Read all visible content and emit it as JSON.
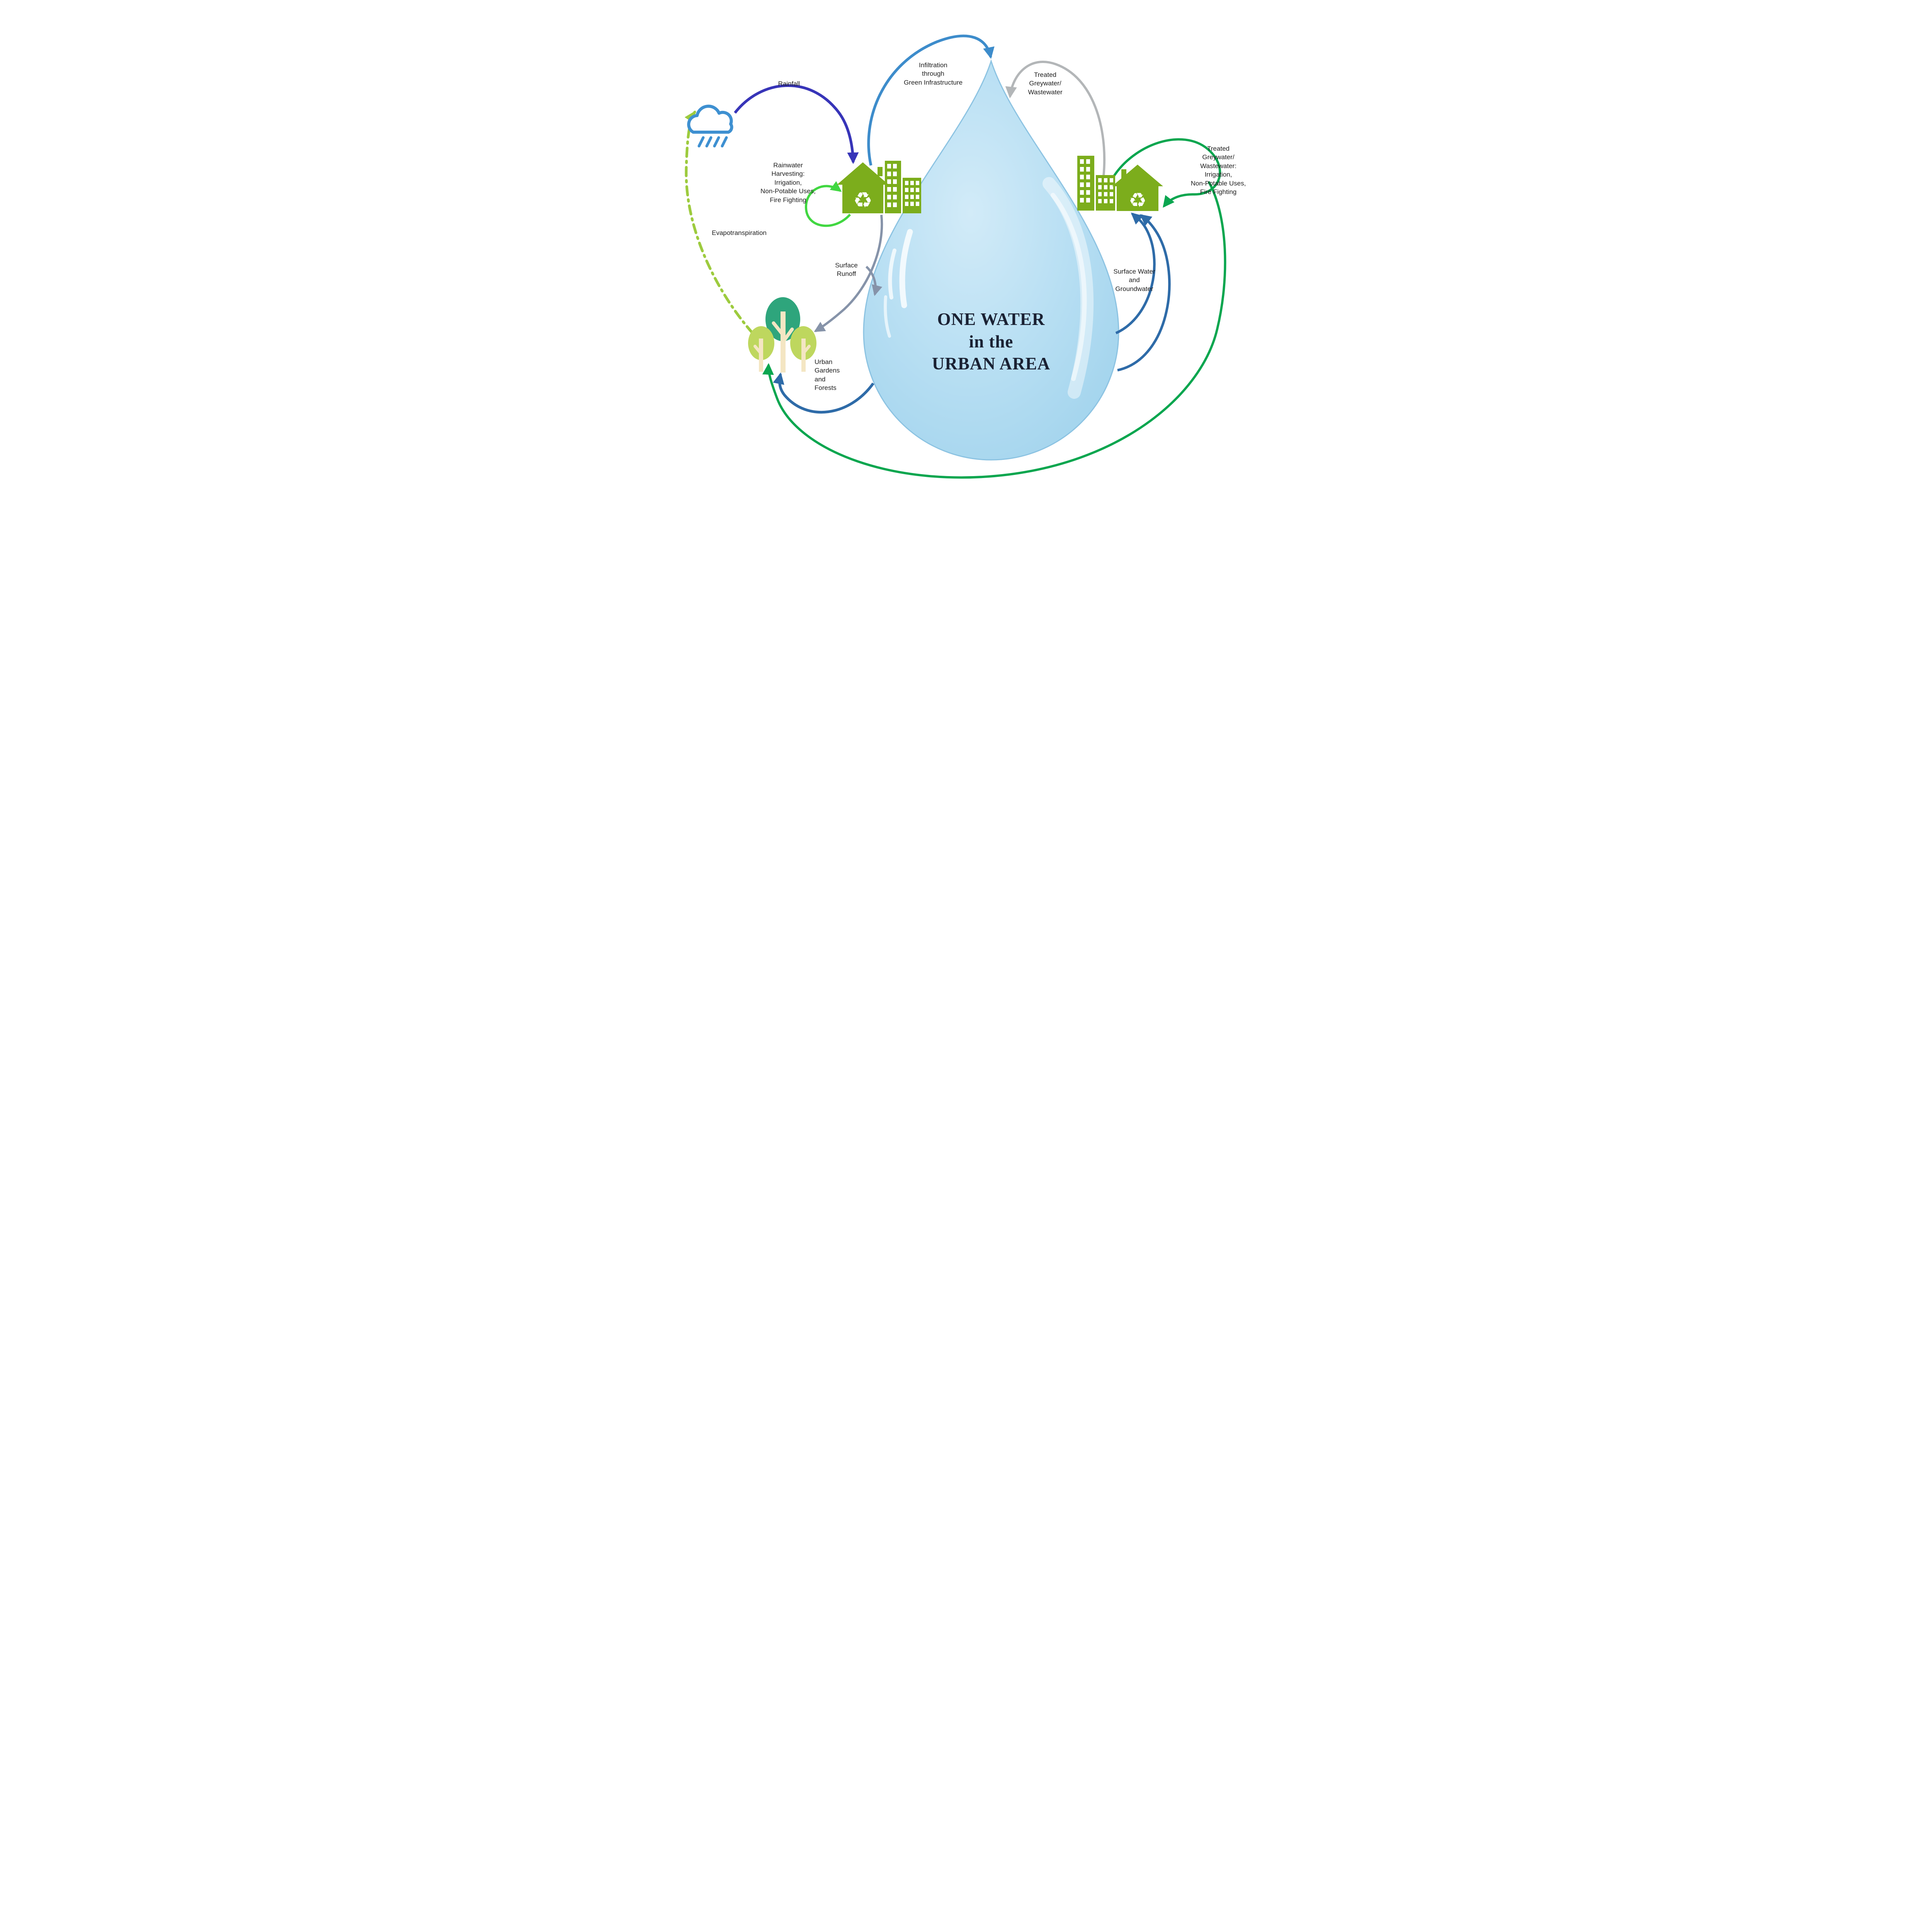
{
  "title": "ONE WATER\nin the\nURBAN AREA",
  "labels": {
    "rainfall": "Rainfall",
    "infiltration": "Infiltration\nthrough\nGreen Infrastructure",
    "treated_greywater_top": "Treated\nGreywater/\nWastewater",
    "rainwater_harvesting": "Rainwater\nHarvesting:\nIrrigation,\nNon-Potable Uses,\nFire Fighting",
    "evapotranspiration": "Evapotranspiration",
    "surface_runoff": "Surface\nRunoff",
    "urban_gardens": "Urban\nGardens\nand\nForests",
    "treated_greywater_right": "Treated\nGreywater/\nWastewater:\nIrrigation,\nNon-Potable Uses,\nFire Fighting",
    "surface_water": "Surface Water\nand\nGroundwater"
  },
  "icons": {
    "recycle_glyph": "♻",
    "names": [
      "rain-cloud-icon",
      "recycle-house-icon",
      "city-buildings-icon",
      "trees-icon",
      "water-droplet"
    ]
  },
  "colors": {
    "droplet_fill": "#AEDCF2",
    "droplet_edge": "#8CC3E2",
    "title_text": "#1A2133",
    "label_text": "#1E1E1E",
    "rainfall_arrow": "#3734B8",
    "infiltration_arrow": "#3D8CCB",
    "treated_greywater_arrow": "#B3B6B8",
    "harvest_loop_arrow": "#41D741",
    "surface_runoff_arrow": "#8693A9",
    "surface_groundwater_arrow": "#2E6BA8",
    "reuse_green_arrow": "#0AA64F",
    "evapotranspiration_arrow": "#9DCB3E",
    "building_green": "#7CAD1C",
    "tree_dark": "#2EA57C",
    "tree_light": "#BED75E",
    "trunk": "#F4E6C3",
    "cloud_blue": "#3E90D1"
  }
}
